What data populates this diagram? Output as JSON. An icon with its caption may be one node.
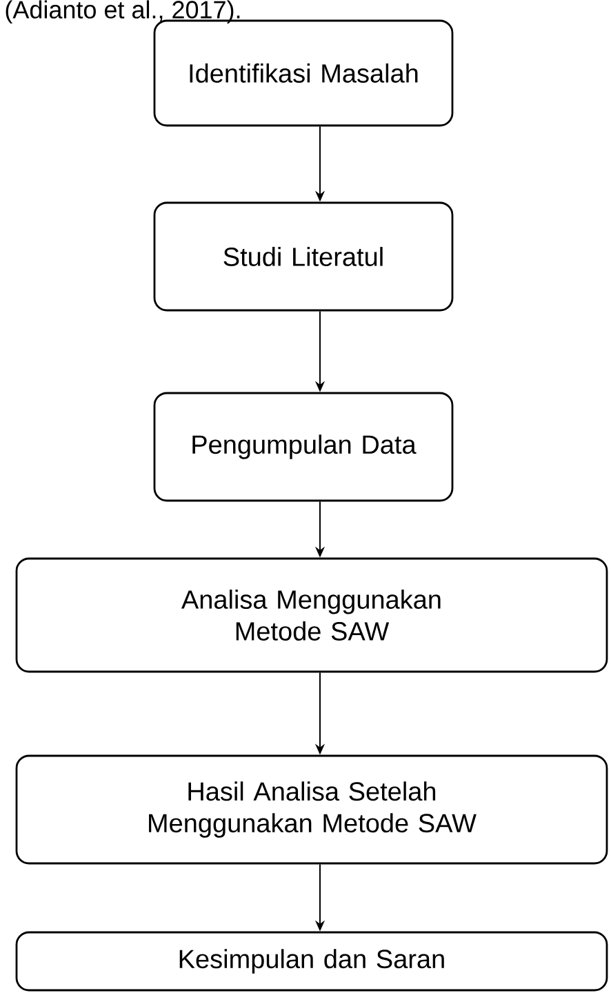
{
  "diagram": {
    "nodes": [
      {
        "text": [
          "Identifikasi Masalah"
        ]
      },
      {
        "text": [
          "Studi Literatul"
        ]
      },
      {
        "text": [
          "Pengumpulan Data"
        ]
      },
      {
        "text": [
          "Analisa Menggunakan Metode SAW"
        ]
      },
      {
        "text": [
          "Hasil Analisa Setelah Menggunakan Metode SAW"
        ]
      },
      {
        "text": [
          "Kesimpulan dan Saran"
        ]
      }
    ],
    "edges": [
      {
        "from": 0,
        "to": 1,
        "arrow": "to"
      },
      {
        "from": 1,
        "to": 2,
        "arrow": "to"
      },
      {
        "from": 2,
        "to": 3,
        "arrow": "to"
      },
      {
        "from": 3,
        "to": 4,
        "arrow": "to"
      },
      {
        "from": 4,
        "to": 5,
        "arrow": "to"
      }
    ],
    "labels": [
      "(Adianto et al., 2017)."
    ]
  }
}
